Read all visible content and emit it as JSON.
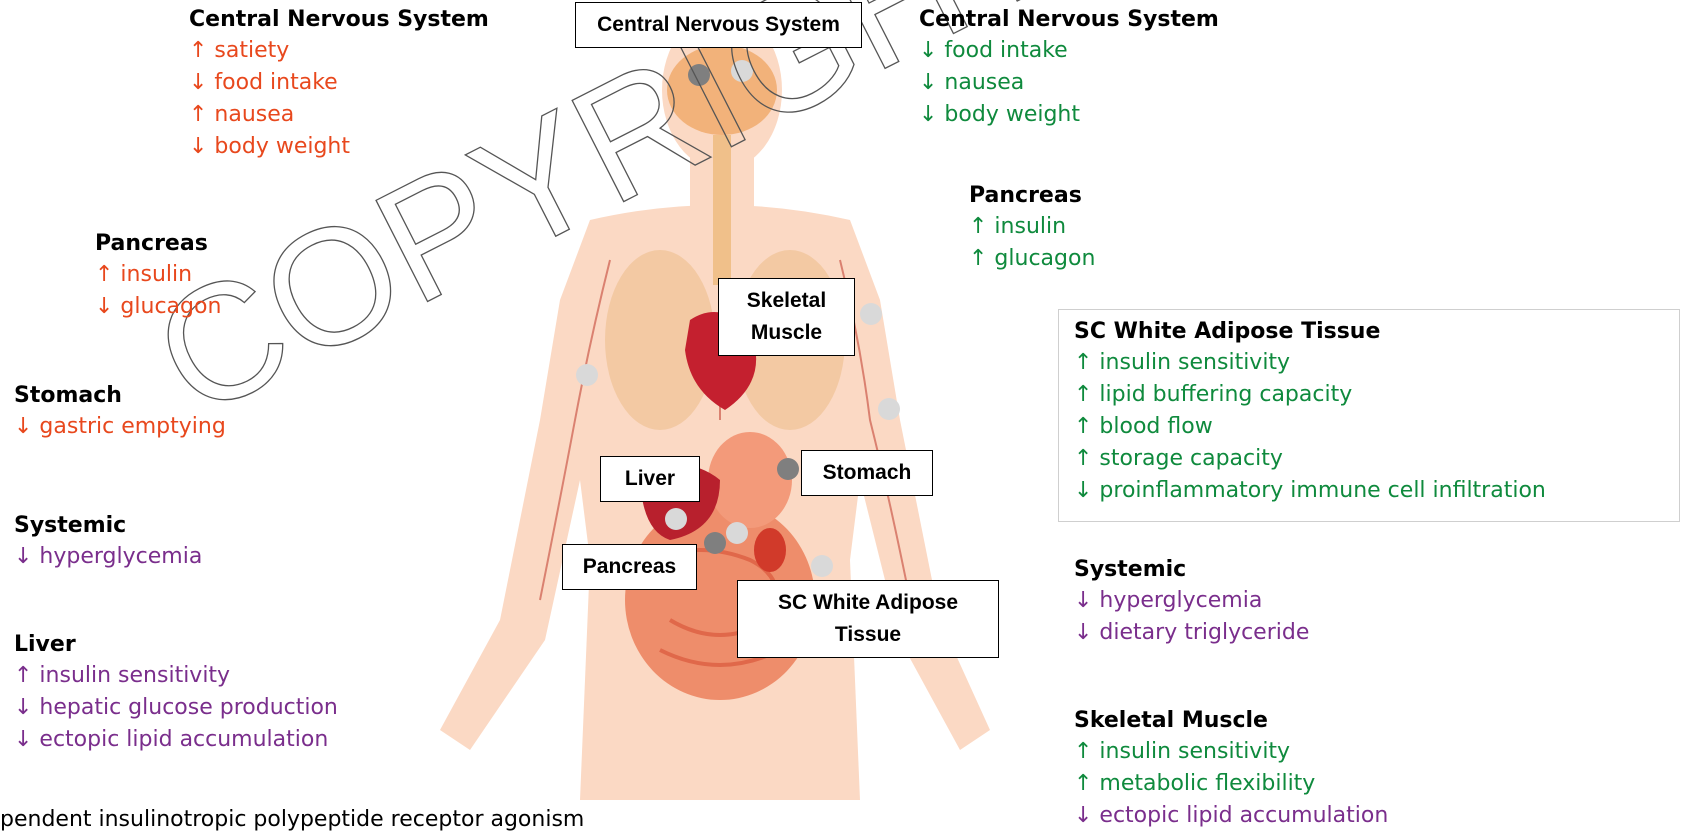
{
  "left": {
    "cns": {
      "title": "Central Nervous System",
      "items": [
        "↑ satiety",
        "↓ food intake",
        "↑ nausea",
        "↓ body weight"
      ]
    },
    "pancreas": {
      "title": "Pancreas",
      "items": [
        "↑ insulin",
        "↓ glucagon"
      ]
    },
    "stomach": {
      "title": "Stomach",
      "items": [
        "↓ gastric emptying"
      ]
    },
    "systemic": {
      "title": "Systemic",
      "items": [
        "↓ hyperglycemia"
      ]
    },
    "liver": {
      "title": "Liver",
      "items": [
        "↑ insulin sensitivity",
        "↓ hepatic glucose production",
        "↓ ectopic lipid accumulation"
      ]
    }
  },
  "right": {
    "cns": {
      "title": "Central Nervous System",
      "items": [
        "↓ food intake",
        "↓ nausea",
        "↓ body weight"
      ]
    },
    "pancreas": {
      "title": "Pancreas",
      "items": [
        "↑ insulin",
        "↑ glucagon"
      ]
    },
    "adipose": {
      "title": "SC White Adipose Tissue",
      "items": [
        "↑ insulin sensitivity",
        "↑ lipid buffering capacity",
        "↑ blood flow",
        "↑ storage capacity",
        "↓ proinflammatory immune cell infiltration"
      ]
    },
    "systemic": {
      "title": "Systemic",
      "items": [
        "↓ hyperglycemia",
        "↓ dietary triglyceride"
      ]
    },
    "muscle": {
      "title": "Skeletal Muscle",
      "items": [
        "↑ insulin sensitivity",
        "↑ metabolic flexibility",
        "↓ ectopic lipid accumulation"
      ]
    }
  },
  "organ_labels": {
    "cns": "Central Nervous System",
    "skeletal_muscle": "Skeletal Muscle",
    "liver": "Liver",
    "stomach": "Stomach",
    "pancreas": "Pancreas",
    "adipose": "SC White Adipose Tissue"
  },
  "watermark": "COPYRIGHT",
  "footer": "pendent insulinotropic polypeptide receptor agonism",
  "colors": {
    "left_effects": "#e8481d",
    "right_effects": "#0f8a3d",
    "systemic_effects": "#7a2e8c"
  }
}
